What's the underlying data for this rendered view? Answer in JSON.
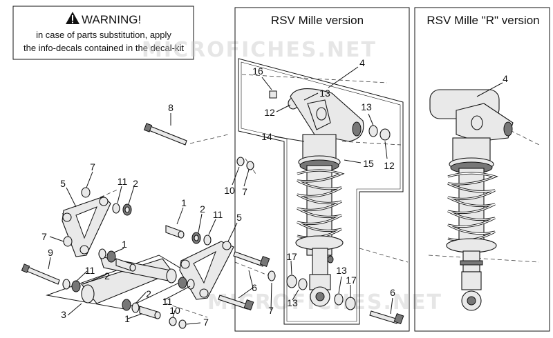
{
  "warning": {
    "title": "WARNING!",
    "line1": "in case of parts substitution, apply",
    "line2": "the info-decals contained in the decal-kit"
  },
  "watermark": "MICROFICHES.NET",
  "versions": {
    "mille": "RSV Mille version",
    "mille_r": "RSV Mille \"R\" version"
  },
  "callouts": [
    {
      "id": "c8a",
      "text": "8"
    },
    {
      "id": "c16",
      "text": "16"
    },
    {
      "id": "c4a",
      "text": "4"
    },
    {
      "id": "c13a",
      "text": "13"
    },
    {
      "id": "c12a",
      "text": "12"
    },
    {
      "id": "c13b",
      "text": "13"
    },
    {
      "id": "c14",
      "text": "14"
    },
    {
      "id": "c15",
      "text": "15"
    },
    {
      "id": "c12b",
      "text": "12"
    },
    {
      "id": "c4b",
      "text": "4"
    },
    {
      "id": "c7a",
      "text": "7"
    },
    {
      "id": "c5a",
      "text": "5"
    },
    {
      "id": "c11a",
      "text": "11"
    },
    {
      "id": "c2a",
      "text": "2"
    },
    {
      "id": "c10a",
      "text": "10"
    },
    {
      "id": "c7b",
      "text": "7"
    },
    {
      "id": "c1a",
      "text": "1"
    },
    {
      "id": "c2b",
      "text": "2"
    },
    {
      "id": "c11b",
      "text": "11"
    },
    {
      "id": "c5b",
      "text": "5"
    },
    {
      "id": "c7c",
      "text": "7"
    },
    {
      "id": "c9",
      "text": "9"
    },
    {
      "id": "c1b",
      "text": "1"
    },
    {
      "id": "c11c",
      "text": "11"
    },
    {
      "id": "c2c",
      "text": "2"
    },
    {
      "id": "c2d",
      "text": "2"
    },
    {
      "id": "c11d",
      "text": "11"
    },
    {
      "id": "c3",
      "text": "3"
    },
    {
      "id": "c1c",
      "text": "1"
    },
    {
      "id": "c10b",
      "text": "10"
    },
    {
      "id": "c7d",
      "text": "7"
    },
    {
      "id": "c6a",
      "text": "6"
    },
    {
      "id": "c7e",
      "text": "7"
    },
    {
      "id": "c17a",
      "text": "17"
    },
    {
      "id": "c13c",
      "text": "13"
    },
    {
      "id": "c13d",
      "text": "13"
    },
    {
      "id": "c17b",
      "text": "17"
    },
    {
      "id": "c6b",
      "text": "6"
    }
  ]
}
